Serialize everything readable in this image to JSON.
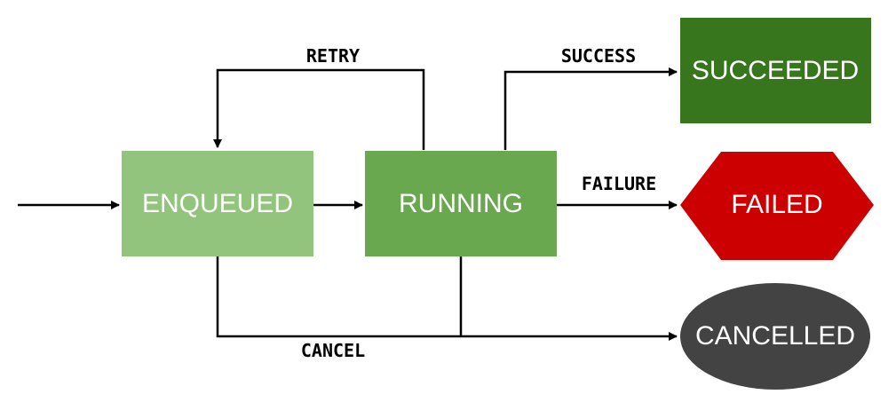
{
  "states": {
    "enqueued": {
      "label": "ENQUEUED",
      "color": "#93c47d"
    },
    "running": {
      "label": "RUNNING",
      "color": "#6aa84f"
    },
    "succeeded": {
      "label": "SUCCEEDED",
      "color": "#38761d"
    },
    "failed": {
      "label": "FAILED",
      "color": "#cc0000"
    },
    "cancelled": {
      "label": "CANCELLED",
      "color": "#434343"
    }
  },
  "transitions": {
    "retry": "RETRY",
    "success": "SUCCESS",
    "failure": "FAILURE",
    "cancel": "CANCEL"
  }
}
